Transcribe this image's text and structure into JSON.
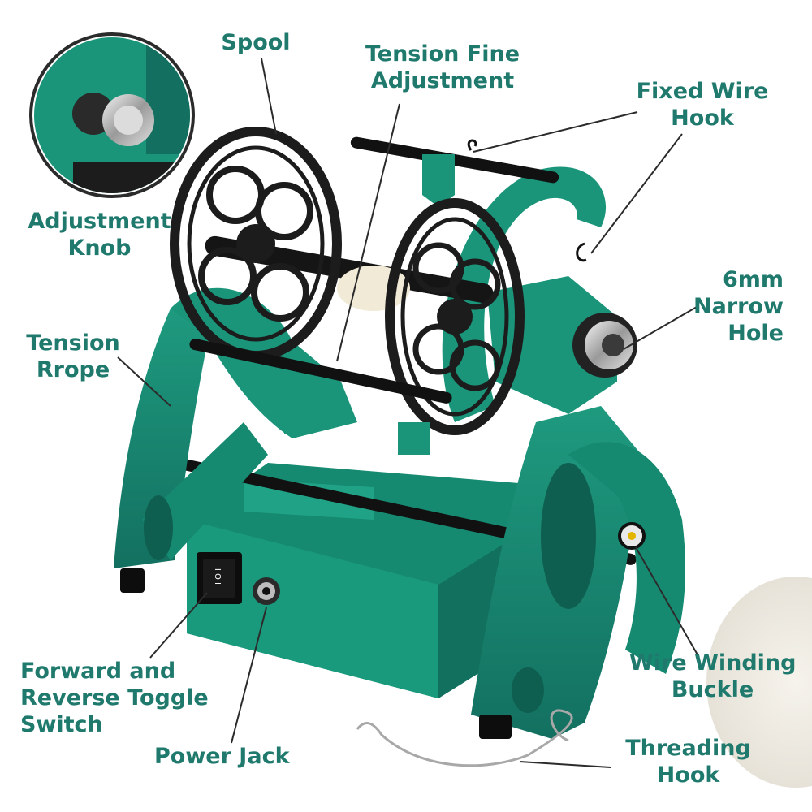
{
  "labels": {
    "spool": [
      "Spool"
    ],
    "tension_fine": [
      "Tension Fine",
      "Adjustment"
    ],
    "fixed_hook": [
      "Fixed Wire",
      "Hook"
    ],
    "adjust_knob": [
      "Adjustment",
      "Knob"
    ],
    "narrow_hole": [
      "6mm",
      "Narrow",
      "Hole"
    ],
    "tension_rope": [
      "Tension",
      "Rrope"
    ],
    "wire_buckle": [
      "Wire Winding",
      "Buckle"
    ],
    "fwd_rev": [
      "Forward and",
      "Reverse Toggle",
      "Switch"
    ],
    "power_jack": [
      "Power Jack"
    ],
    "threading_hook": [
      "Threading",
      "Hook"
    ]
  },
  "switch_text": "I O I",
  "colors": {
    "label": "#1f7a6d",
    "body_green": "#1a8a72",
    "body_dark": "#116252",
    "spool_black": "#1c1c1c",
    "leader_line": "#2b2b2b"
  }
}
